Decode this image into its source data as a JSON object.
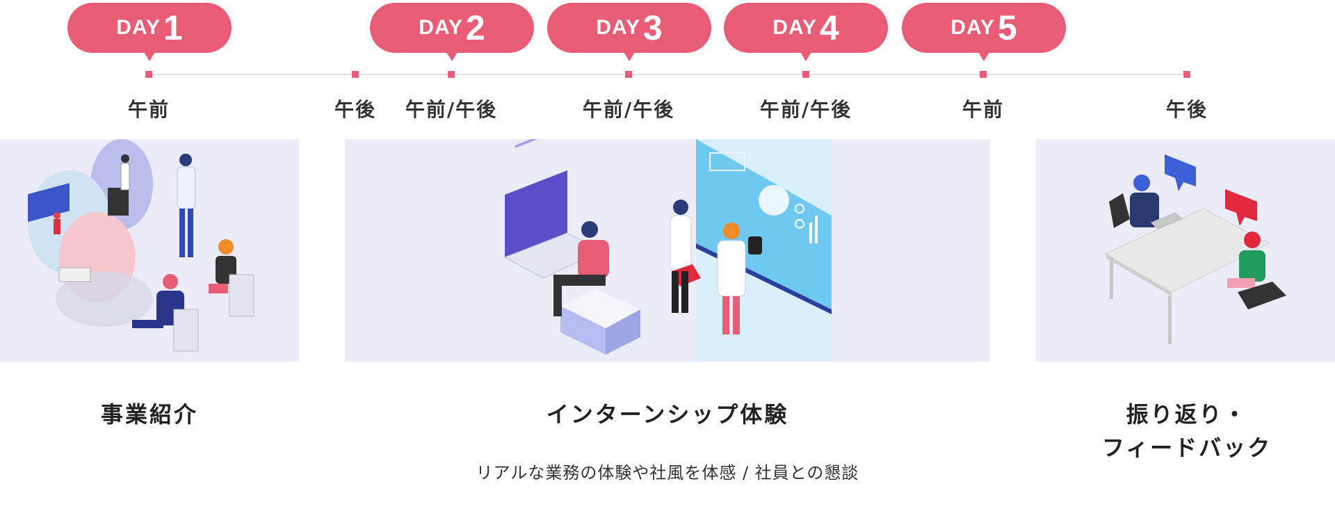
{
  "days": [
    {
      "label": "DAY",
      "num": "1"
    },
    {
      "label": "DAY",
      "num": "2"
    },
    {
      "label": "DAY",
      "num": "3"
    },
    {
      "label": "DAY",
      "num": "4"
    },
    {
      "label": "DAY",
      "num": "5"
    }
  ],
  "timeline": [
    "午前",
    "午後",
    "午前/午後",
    "午前/午後",
    "午前/午後",
    "午前",
    "午後"
  ],
  "sections": [
    {
      "title": "事業紹介"
    },
    {
      "title": "インターンシップ体験",
      "description": "リアルな業務の体験や社風を体感 / 社員との懇談"
    },
    {
      "title_line1": "振り返り・",
      "title_line2": "フィードバック"
    }
  ],
  "colors": {
    "accent": "#e85d75",
    "panel_bg": "#ecebf8",
    "line": "#dcdcec"
  }
}
